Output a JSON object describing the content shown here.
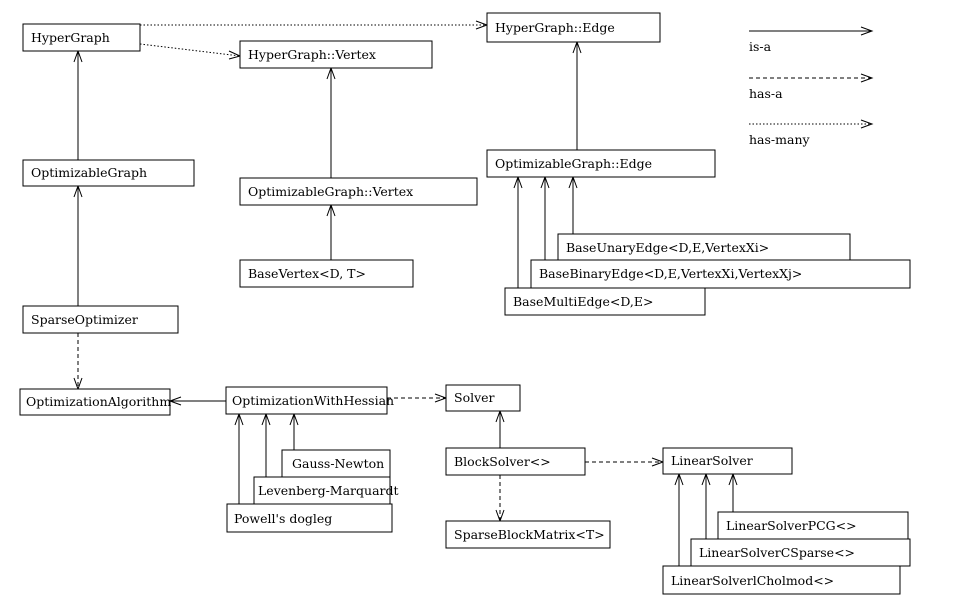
{
  "nodes": {
    "hypergraph": "HyperGraph",
    "hypergraph_vertex": "HyperGraph::Vertex",
    "hypergraph_edge": "HyperGraph::Edge",
    "optimizable_graph": "OptimizableGraph",
    "optimizable_graph_vertex": "OptimizableGraph::Vertex",
    "optimizable_graph_edge": "OptimizableGraph::Edge",
    "base_vertex": "BaseVertex<D, T>",
    "base_unary_edge": "BaseUnaryEdge<D,E,VertexXi>",
    "base_binary_edge": "BaseBinaryEdge<D,E,VertexXi,VertexXj>",
    "base_multi_edge": "BaseMultiEdge<D,E>",
    "sparse_optimizer": "SparseOptimizer",
    "optimization_algorithm": "OptimizationAlgorithm",
    "optimization_with_hessian": "OptimizationWithHessian",
    "gauss_newton": "Gauss-Newton",
    "levenberg_marquardt": "Levenberg-Marquardt",
    "powells_dogleg": "Powell's dogleg",
    "solver": "Solver",
    "block_solver": "BlockSolver<>",
    "linear_solver": "LinearSolver",
    "sparse_block_matrix": "SparseBlockMatrix<T>",
    "linear_solver_pcg": "LinearSolverPCG<>",
    "linear_solver_csparse": "LinearSolverCSparse<>",
    "linear_solver_cholmod": "LinearSolverlCholmod<>"
  },
  "legend": {
    "is_a": "is-a",
    "has_a": "has-a",
    "has_many": "has-many"
  }
}
